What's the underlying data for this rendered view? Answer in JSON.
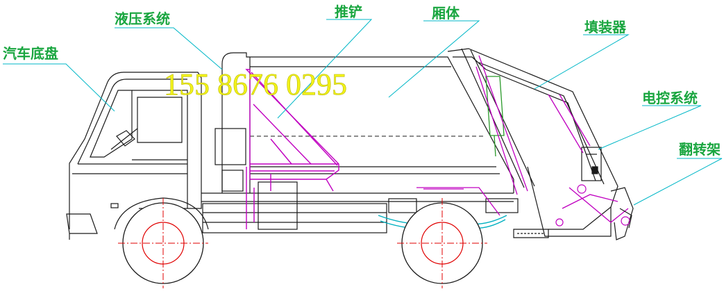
{
  "labels": {
    "hydraulic": "液压系统",
    "push_shovel": "推铲",
    "body": "厢体",
    "filler": "填装器",
    "chassis": "汽车底盘",
    "electric": "电控系统",
    "flip_frame": "翻转架"
  },
  "watermark_phone": "155 8676 0295",
  "colors": {
    "label_text": "#1aa640",
    "leader_line": "#00b7c7",
    "outline": "#1a1a1a",
    "hydraulic_parts": "#c000c0",
    "cylinder": "#2a9a2a",
    "wheel_axis": "#e00000",
    "suspension": "#00b0c0",
    "watermark": "#f2f21a"
  }
}
